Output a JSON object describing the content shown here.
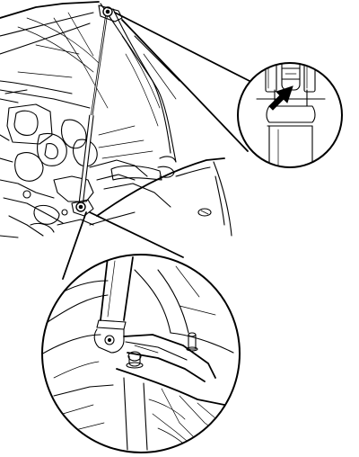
{
  "figure": {
    "background": "#ffffff",
    "ink": "#000000",
    "arrow_icon": "push-arrow-icon",
    "parts": [
      "hood-support-strut",
      "strut-upper-mount",
      "strut-lower-ball-stud",
      "retaining-clip"
    ]
  }
}
